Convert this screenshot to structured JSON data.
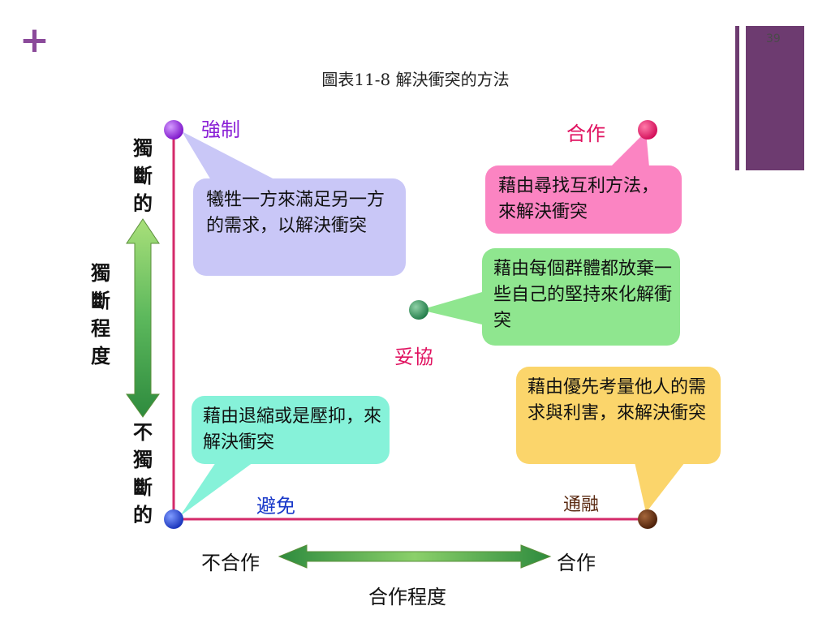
{
  "slide": {
    "page_number": "39",
    "title": "圖表11-8 解決衝突的方法"
  },
  "labels": {
    "force": "強制",
    "cooperate": "合作",
    "compromise": "妥協",
    "avoid": "避免",
    "accommodate": "通融"
  },
  "callouts": {
    "force": "犧牲一方來滿足另一方的需求，以解決衝突",
    "cooperate": "藉由尋找互利方法，來解決衝突",
    "compromise": "藉由每個群體都放棄一些自己的堅持來化解衝突",
    "avoid": "藉由退縮或是壓抑，來解決衝突",
    "accommodate": "藉由優先考量他人的需求與利害，來解決衝突"
  },
  "axis": {
    "y_top": "獨斷的",
    "y_mid": "獨斷程度",
    "y_bottom": "不獨斷的",
    "x_left": "不合作",
    "x_right": "合作",
    "x_title": "合作程度"
  },
  "colors": {
    "force": "#8a1fd6",
    "cooperate": "#e0115f",
    "compromise": "#2e8b57",
    "avoid": "#1a39c9",
    "accommodate": "#5a2a12",
    "axis_line": "#d42a6a",
    "callout_force": "#c9c7f7",
    "callout_cooperate": "#fb84c2",
    "callout_compromise": "#8fe68f",
    "callout_avoid": "#86f2d9",
    "callout_accommodate": "#fbd56b",
    "arrow_green": "#5cb85c",
    "deco_purple": "#6d3b70"
  }
}
